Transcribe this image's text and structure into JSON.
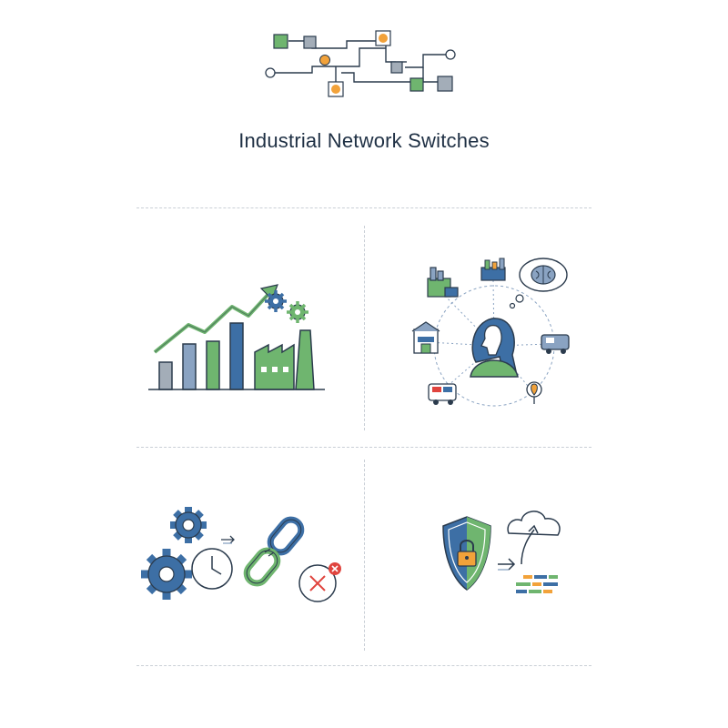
{
  "header": {
    "title": "Industrial Network Switches",
    "logo_icon": "network-circuit-icon"
  },
  "panels": [
    {
      "icon": "growth-bar-chart-icon",
      "elements": [
        "bar-chart",
        "trend-arrow",
        "gears",
        "factory"
      ]
    },
    {
      "icon": "operator-hub-icon",
      "elements": [
        "operator",
        "thought-bubble-brain",
        "factory",
        "building",
        "van",
        "service-car",
        "location-pin",
        "cargo-van"
      ]
    },
    {
      "icon": "maintenance-downtime-icon",
      "elements": [
        "gears",
        "clock",
        "arrow",
        "broken-chain",
        "error-clock"
      ]
    },
    {
      "icon": "secure-cloud-icon",
      "elements": [
        "shield-lock",
        "arrow",
        "cloud-upload",
        "data-rows"
      ]
    }
  ],
  "colors": {
    "blue": "#3d6fa5",
    "green": "#6fb56f",
    "slate": "#8aa3c2",
    "orange": "#f2a23a",
    "red": "#e0443e",
    "ink": "#2b3b4d"
  }
}
